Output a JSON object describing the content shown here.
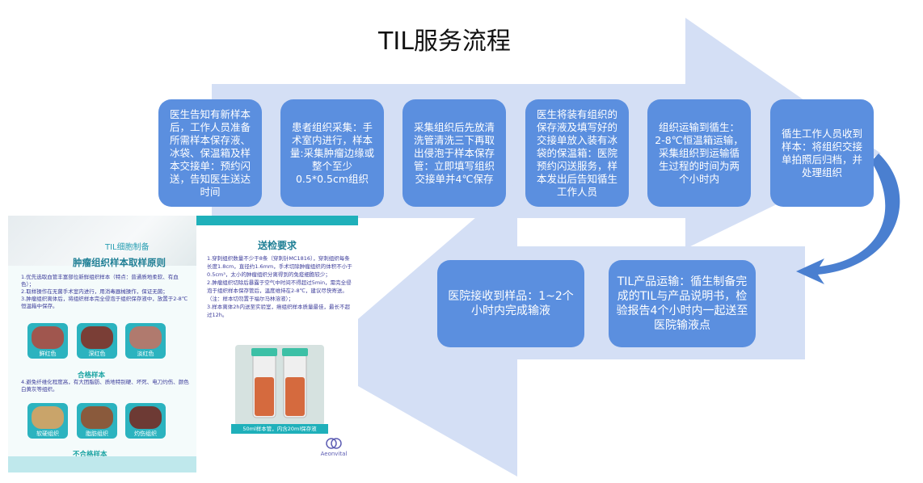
{
  "title": "TIL服务流程",
  "colors": {
    "box": "#5b8fdf",
    "arrow": "#d4dff5",
    "curve": "#4a7fd0",
    "teal": "#1fb0ba"
  },
  "top_steps": [
    "医生告知有新样本后，工作人员准备所需样本保存液、冰袋、保温箱及样本交接单：预约闪送，告知医生送达时间",
    "患者组织采集：手术室内进行，样本量:采集肿瘤边缘或整个至少0.5*0.5cm组织",
    "采集组织后先放清洗管清洗三下再取出侵泡于样本保存管：立即填写组织交接单并4℃保存",
    "医生将装有组织的保存液及填写好的交接单放入装有冰袋的保温箱：医院预约闪送服务，样本发出后告知循生工作人员",
    "组织运输到循生：2-8℃恒温箱运输，采集组织到运输循生过程的时间为两个小时内",
    "循生工作人员收到样本：将组织交接单拍照后归档，并处理组织"
  ],
  "bottom_steps": [
    "TIL产品运输：循生制备完成的TIL与产品说明书，检验报告4个小时内一起送至医院输液点",
    "医院接收到样品：1~2个小时内完成输液"
  ],
  "poster": {
    "subtitle": "TIL细胞制备",
    "heading": "肿瘤组织样本取样原则",
    "left_text": "1.优先选取血管丰富部位新鲜组织样本（特点：普通质地柔软、有血色）；\n2.取样操作在无菌手术室内进行，用消毒器械操作，保证无菌；\n3.肿瘤组织离体后，将组织样本完全侵泡于组织保存液中，放置于2-8℃恒温箱中保存。",
    "good_tiles": [
      "鲜红色",
      "深红色",
      "淡红色"
    ],
    "good_label": "合格样本",
    "left_text2": "4.避免纤维化程度高，有大团脂肪、质地特别硬、坏死、电刀灼伤、颜色白黄灰等组织。",
    "bad_tiles": [
      "软硬组织",
      "脂肪组织",
      "灼伤组织"
    ],
    "bad_label": "不合格样本",
    "right_title": "送检要求",
    "right_text": "1.穿刺组织数量不少于8条（穿刺针MC1816），穿刺组织每条长度1.8cm，直径约1.6mm，手术切除肿瘤组织的体积不小于0.5cm³，太小的肿瘤组织分离得到的免疫细胞较少；\n2.肿瘤组织切除后暴露于空气中时间不得超过5min，需完全侵泡于组织样本保存管后，温度维持在2-8℃，建议尽快寄送。（注：样本切勿置于福尔马林溶液）；\n3.样本离体2h内送至实验室，癌组织样本质量最佳，最长不超过12h。",
    "bag_caption": "50ml样本管，内含20ml保存液",
    "logo": "Aeonvital"
  }
}
